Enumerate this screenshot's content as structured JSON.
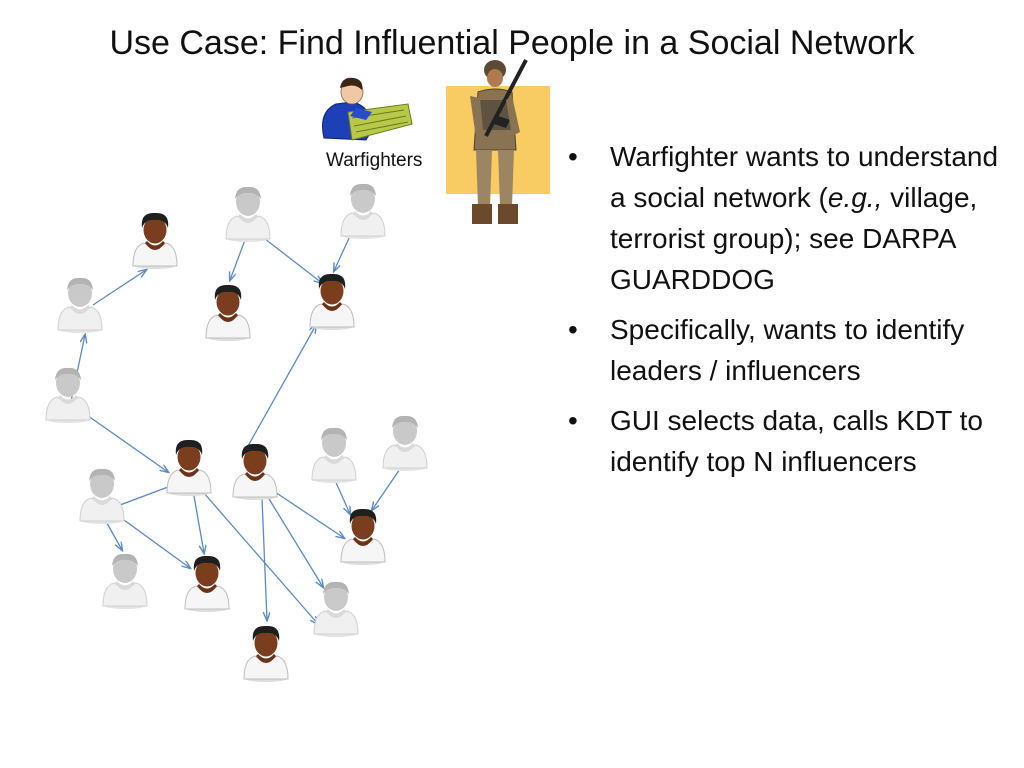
{
  "slide": {
    "title": "Use Case:  Find Influential People in a Social Network",
    "warfighters_label": "Warfighters"
  },
  "bullets": [
    {
      "pre": "Warfighter wants to understand a social network (",
      "em": "e.g.,",
      "post": " village, terrorist group);  see DARPA GUARDDOG"
    },
    {
      "pre": "Specifically, wants to identify leaders / influencers",
      "em": "",
      "post": ""
    },
    {
      "pre": "GUI selects data, calls KDT to identify top N influencers",
      "em": "",
      "post": ""
    }
  ],
  "colors": {
    "edge": "#5b8ac6",
    "person_gray": "#c9c9c9",
    "person_dark": "#222222",
    "skin": "#7a3d1e",
    "shirt": "#f6f6f6",
    "soldier_bg": "#f8cb63"
  },
  "icons": [
    "person-icon",
    "leader-icon",
    "analyst-icon",
    "soldier-icon"
  ]
}
